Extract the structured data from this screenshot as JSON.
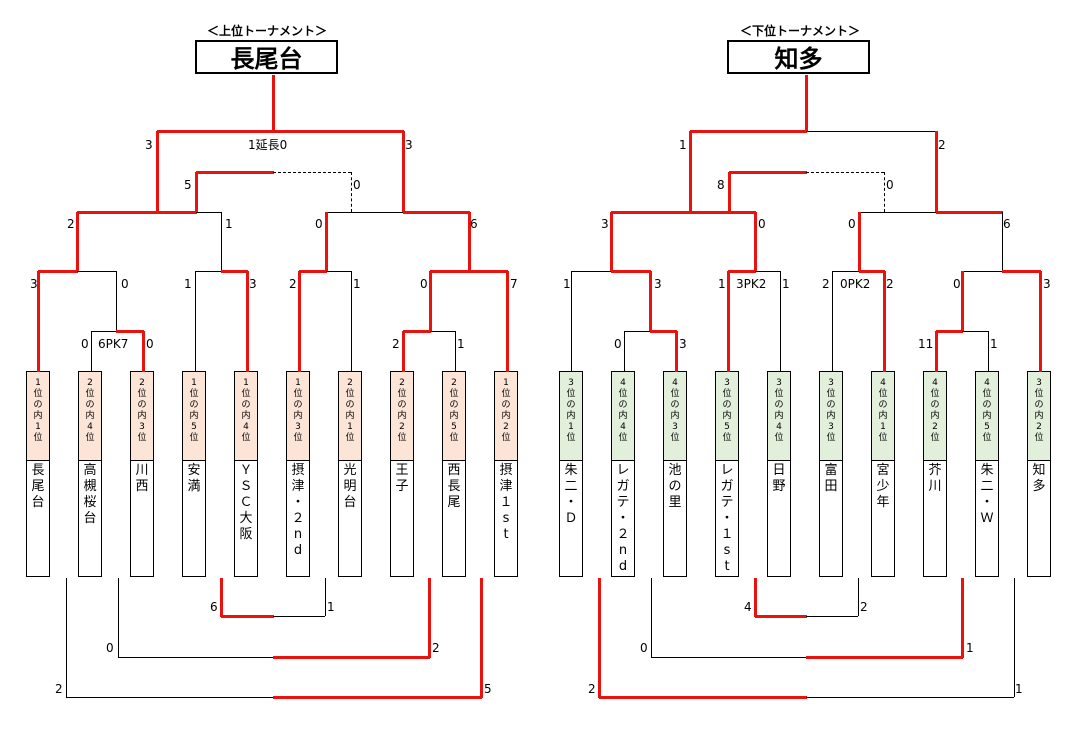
{
  "upper": {
    "subtitle": "＜上位トーナメント＞",
    "winner": "長尾台",
    "teams": [
      {
        "rank": "1位の内1位",
        "name": "長尾台"
      },
      {
        "rank": "2位の内4位",
        "name": "高槻桜台"
      },
      {
        "rank": "2位の内3位",
        "name": "川西"
      },
      {
        "rank": "1位の内5位",
        "name": "安満"
      },
      {
        "rank": "1位の内4位",
        "name": "ＹＳＣ大阪"
      },
      {
        "rank": "1位の内3位",
        "name": "摂津・２nd"
      },
      {
        "rank": "2位の内1位",
        "name": "光明台"
      },
      {
        "rank": "2位の内2位",
        "name": "王子"
      },
      {
        "rank": "2位の内5位",
        "name": "西長尾"
      },
      {
        "rank": "1位の内2位",
        "name": "摂津１st"
      }
    ],
    "scores": {
      "final_left": "3",
      "final_note": "1延長0",
      "final_right": "3",
      "sf_l_left": "2",
      "sf_l_right": "1",
      "sf_r_left": "0",
      "sf_r_right": "6",
      "play_left": "5",
      "play_right": "0",
      "q1_left": "3",
      "q1_right": "0",
      "q2_left": "1",
      "q2_right": "3",
      "q3_left": "2",
      "q3_right": "1",
      "q4_left": "0",
      "q4_right": "7",
      "r1a_left": "0",
      "r1a_note": "6PK7",
      "r1a_right": "0",
      "r1b_left": "2",
      "r1b_right": "1",
      "pl_a_left": "6",
      "pl_a_right": "1",
      "pl_b_left": "0",
      "pl_b_right": "2",
      "pl_c_left": "2",
      "pl_c_right": "5"
    }
  },
  "lower": {
    "subtitle": "＜下位トーナメント＞",
    "winner": "知多",
    "teams": [
      {
        "rank": "3位の内1位",
        "name": "朱二・Ｄ"
      },
      {
        "rank": "4位の内4位",
        "name": "レガテ・２nd"
      },
      {
        "rank": "4位の内3位",
        "name": "池の里"
      },
      {
        "rank": "3位の内5位",
        "name": "レガテ・１st"
      },
      {
        "rank": "3位の内4位",
        "name": "日野"
      },
      {
        "rank": "3位の内3位",
        "name": "富田"
      },
      {
        "rank": "4位の内1位",
        "name": "宮少年"
      },
      {
        "rank": "4位の内2位",
        "name": "芥川"
      },
      {
        "rank": "4位の内5位",
        "name": "朱二・Ｗ"
      },
      {
        "rank": "3位の内2位",
        "name": "知多"
      }
    ],
    "scores": {
      "final_left": "1",
      "final_right": "2",
      "sf_l_left": "3",
      "sf_l_right": "0",
      "sf_r_left": "0",
      "sf_r_right": "6",
      "play_left": "8",
      "play_right": "0",
      "q1_left": "1",
      "q1_right": "3",
      "q2_left": "1",
      "q2_note": "3PK2",
      "q2_right": "1",
      "q3_left": "2",
      "q3_note": "0PK2",
      "q3_right": "2",
      "q4_left": "0",
      "q4_right": "3",
      "r1a_left": "0",
      "r1a_right": "3",
      "r1b_left": "11",
      "r1b_right": "1",
      "pl_a_left": "4",
      "pl_a_right": "2",
      "pl_b_left": "0",
      "pl_b_right": "1",
      "pl_c_left": "2",
      "pl_c_right": "1"
    }
  }
}
